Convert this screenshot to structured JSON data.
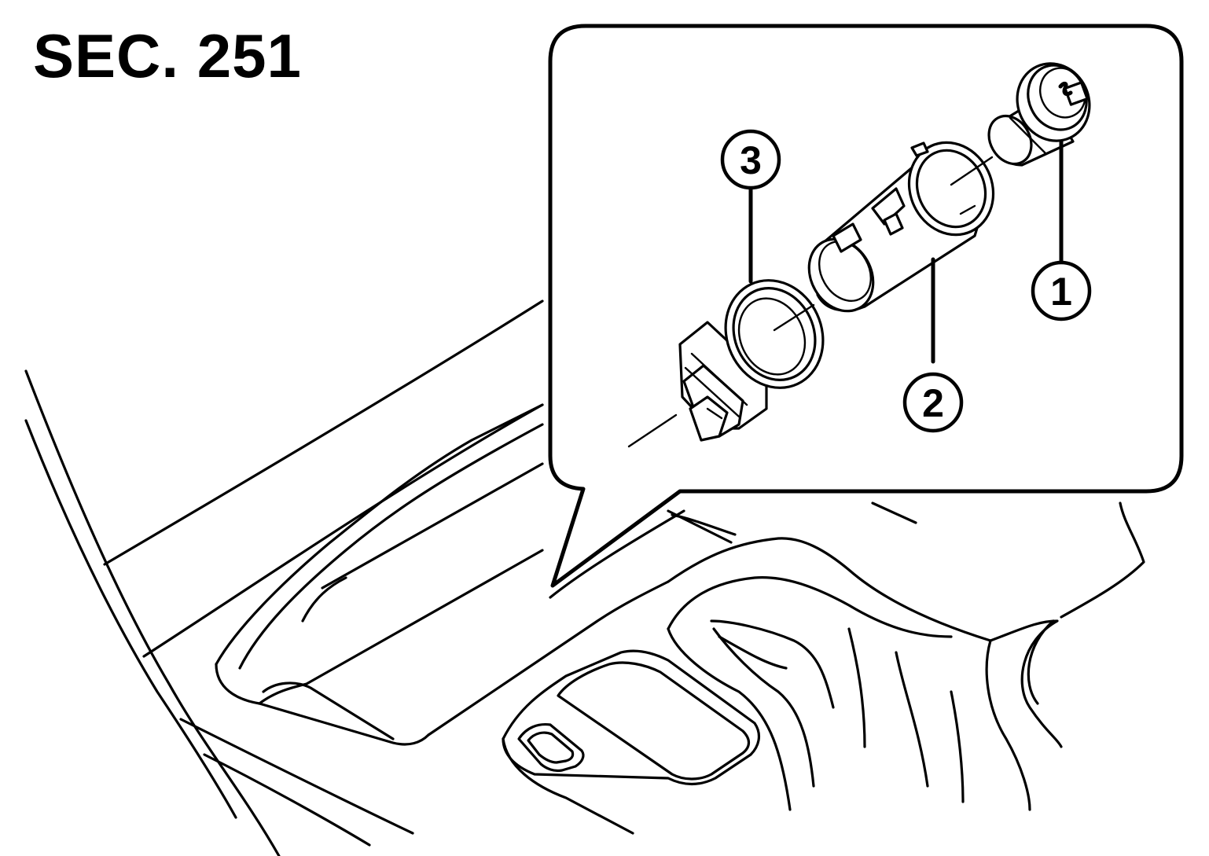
{
  "diagram": {
    "section_label": "SEC. 251",
    "callouts": [
      {
        "id": "1",
        "label": "1"
      },
      {
        "id": "2",
        "label": "2"
      },
      {
        "id": "3",
        "label": "3"
      }
    ],
    "colors": {
      "line": "#000000",
      "background": "#ffffff"
    }
  }
}
